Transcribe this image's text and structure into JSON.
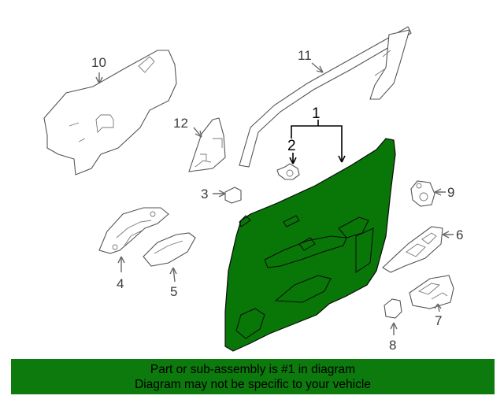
{
  "callouts": [
    {
      "id": "1",
      "text": "1"
    },
    {
      "id": "2",
      "text": "2"
    },
    {
      "id": "3",
      "text": "3"
    },
    {
      "id": "4",
      "text": "4"
    },
    {
      "id": "5",
      "text": "5"
    },
    {
      "id": "6",
      "text": "6"
    },
    {
      "id": "7",
      "text": "7"
    },
    {
      "id": "8",
      "text": "8"
    },
    {
      "id": "9",
      "text": "9"
    },
    {
      "id": "10",
      "text": "10"
    },
    {
      "id": "11",
      "text": "11"
    },
    {
      "id": "12",
      "text": "12"
    }
  ],
  "highlighted_part": "1",
  "colors": {
    "highlight": "#087708",
    "banner": "#0d7a0d",
    "outline": "#555555"
  },
  "banner": {
    "line1": "Part or sub-assembly is #1 in diagram",
    "line2": "Diagram may not be specific to your vehicle"
  }
}
